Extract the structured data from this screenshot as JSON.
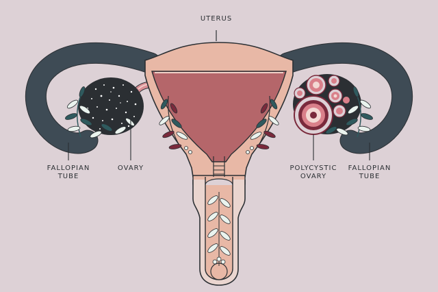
{
  "labels": {
    "uterus": "UTERUS",
    "fallopian_tube_left": [
      "FALLOPIAN",
      "TUBE"
    ],
    "ovary": "OVARY",
    "polycystic_ovary": [
      "POLYCYSTIC",
      "OVARY"
    ],
    "fallopian_tube_right": [
      "FALLOPIAN",
      "TUBE"
    ]
  },
  "colors": {
    "background": "#ddd1d6",
    "tube": "#3e4b55",
    "outline": "#2b2f33",
    "uterus_outer": "#e8b8a6",
    "uterus_inner": "#b5666a",
    "leaf_teal": "#2f5a5e",
    "leaf_wine": "#7a2a3c",
    "leaf_light": "#eaf3ee",
    "cyst_pink": "#d9808a"
  },
  "icons": [
    "leaf-sprig-icon",
    "dot-pattern-icon",
    "cyst-flower-icon"
  ]
}
